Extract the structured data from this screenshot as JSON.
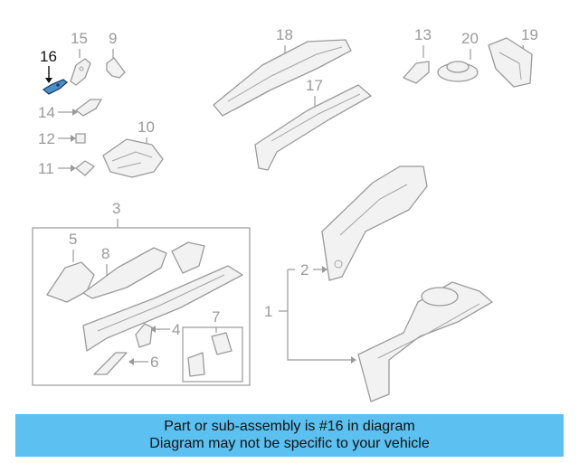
{
  "diagram": {
    "callouts": {
      "c1": "1",
      "c2": "2",
      "c3": "3",
      "c4": "4",
      "c5": "5",
      "c6": "6",
      "c7": "7",
      "c8": "8",
      "c9": "9",
      "c10": "10",
      "c11": "11",
      "c12": "12",
      "c13": "13",
      "c14": "14",
      "c15": "15",
      "c16": "16",
      "c17": "17",
      "c18": "18",
      "c19": "19",
      "c20": "20"
    },
    "highlighted_part": "16",
    "highlight_color": "#4a90c8"
  },
  "banner": {
    "line1": "Part or sub-assembly is #16 in diagram",
    "line2": "Diagram may not be specific to your vehicle",
    "background": "#5cc0f0"
  }
}
